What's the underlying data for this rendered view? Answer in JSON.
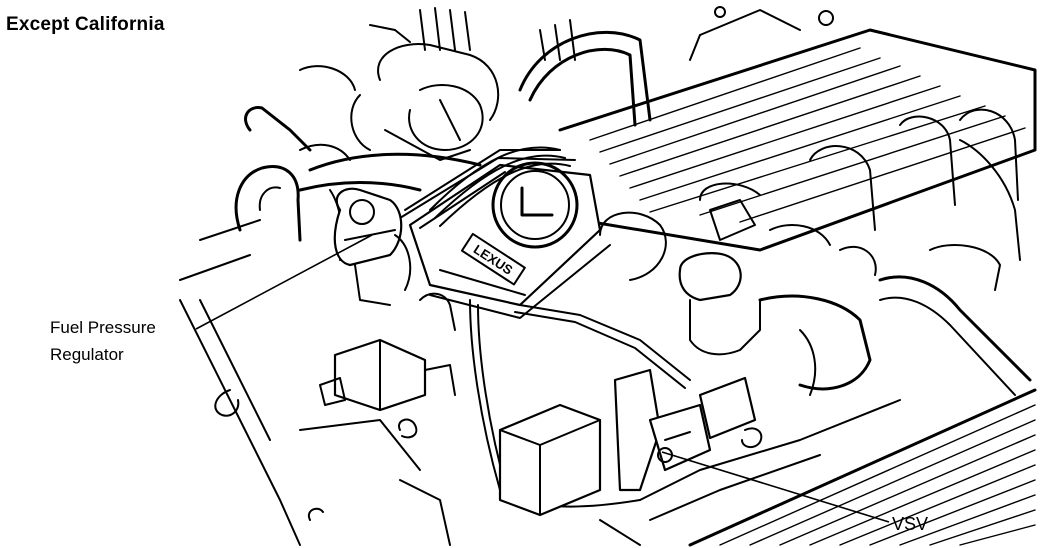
{
  "diagram": {
    "title": "Except California",
    "labels": {
      "fuel_pressure_regulator_line1": "Fuel Pressure",
      "fuel_pressure_regulator_line2": "Regulator",
      "vsv": "VSV"
    },
    "logo_text": "LEXUS"
  },
  "colors": {
    "ink": "#000000",
    "paper": "#ffffff"
  }
}
